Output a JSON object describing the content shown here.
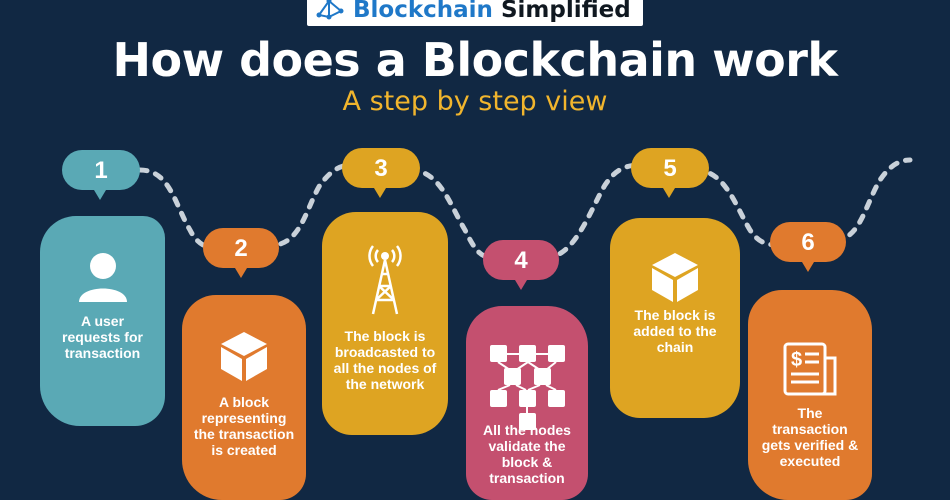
{
  "header": {
    "logo_word1": "Blockchain",
    "logo_word2": "Simplified",
    "title": "How does a Blockchain work",
    "subtitle": "A step by step view"
  },
  "steps": [
    {
      "number": "1",
      "text": "A user requests for transaction",
      "icon": "user-icon",
      "color": "#5aa9b5"
    },
    {
      "number": "2",
      "text": "A block representing the transaction is created",
      "icon": "cube-icon",
      "color": "#e07a2e"
    },
    {
      "number": "3",
      "text": "The block is broadcasted to all the nodes of the network",
      "icon": "tower-icon",
      "color": "#dea422"
    },
    {
      "number": "4",
      "text": "All the nodes validate the block & transaction",
      "icon": "network-cubes-icon",
      "color": "#c4506f"
    },
    {
      "number": "5",
      "text": "The block is added to the chain",
      "icon": "cube-icon",
      "color": "#dea422"
    },
    {
      "number": "6",
      "text": "The transaction gets verified & executed",
      "icon": "invoice-icon",
      "color": "#e07a2e"
    }
  ]
}
